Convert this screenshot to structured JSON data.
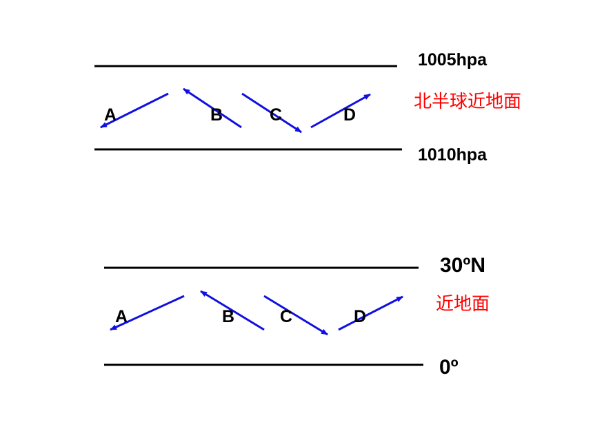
{
  "colors": {
    "line": "#000000",
    "arrow": "#1010e0",
    "label": "#000000",
    "caption": "#ff0000"
  },
  "top_diagram": {
    "upper_isobar_label": "1005hpa",
    "lower_isobar_label": "1010hpa",
    "caption": "北半球近地面",
    "arrows": [
      {
        "label": "A",
        "direction": "down-left"
      },
      {
        "label": "B",
        "direction": "up-left"
      },
      {
        "label": "C",
        "direction": "down-right"
      },
      {
        "label": "D",
        "direction": "up-right"
      }
    ]
  },
  "bottom_diagram": {
    "upper_latitude_label": "30ºN",
    "lower_latitude_label": "0º",
    "caption": "近地面",
    "arrows": [
      {
        "label": "A",
        "direction": "down-left"
      },
      {
        "label": "B",
        "direction": "up-left"
      },
      {
        "label": "C",
        "direction": "down-right"
      },
      {
        "label": "D",
        "direction": "up-right"
      }
    ]
  }
}
